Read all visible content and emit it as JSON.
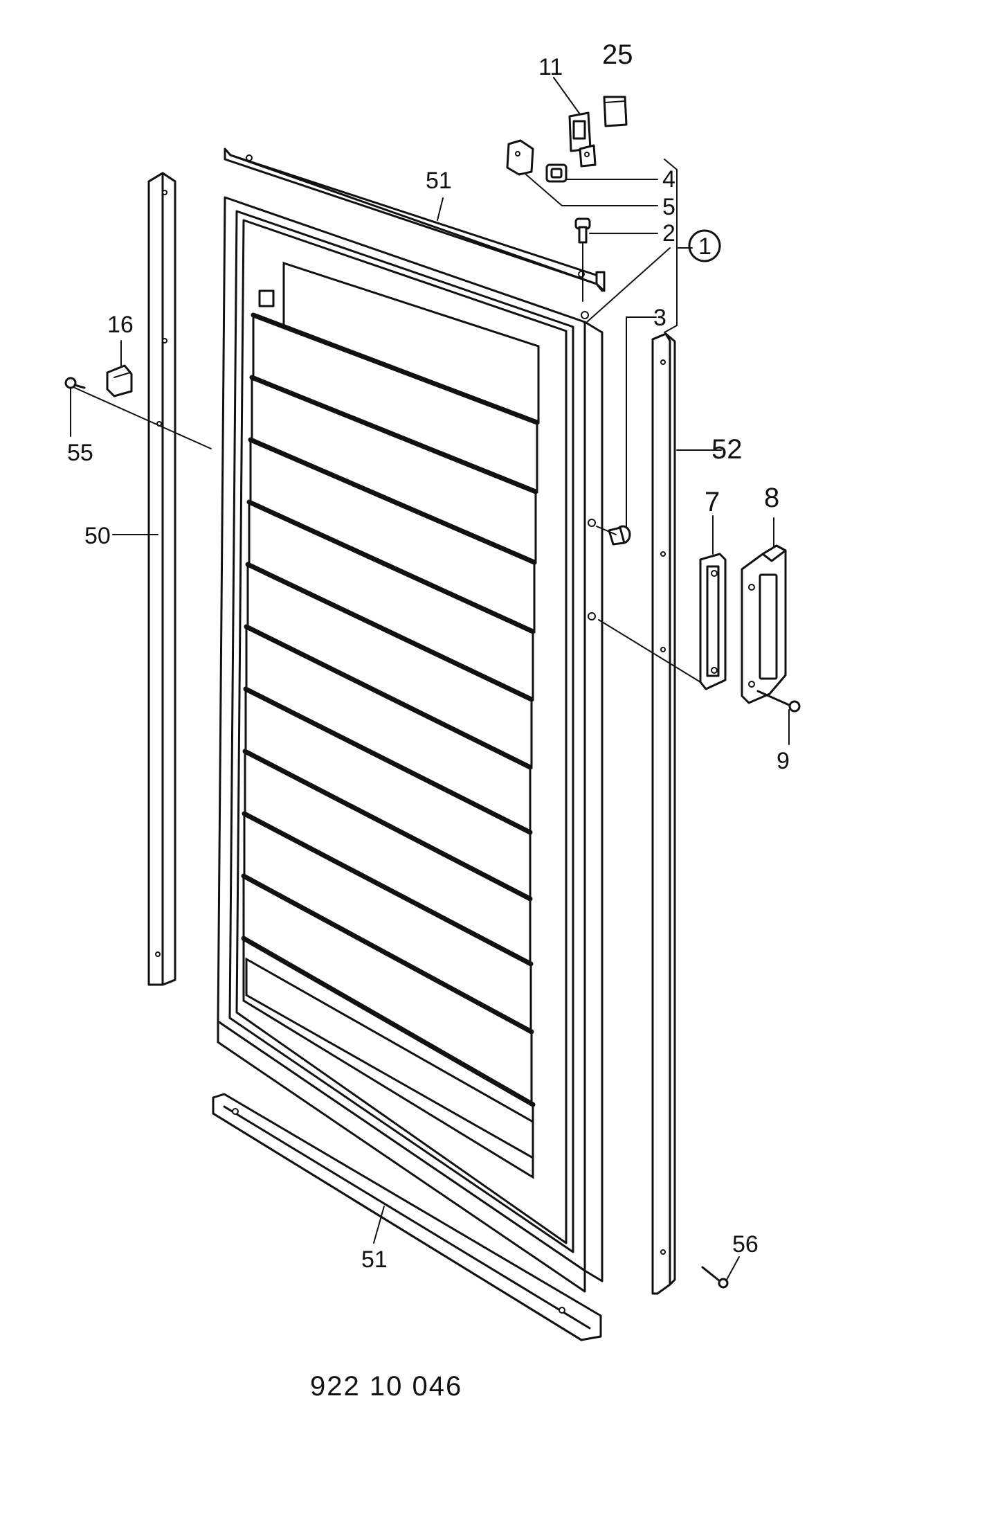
{
  "callouts": {
    "c25": "25",
    "c11": "11",
    "c51_top": "51",
    "c4": "4",
    "c5": "5",
    "c2": "2",
    "c1": "1",
    "c3": "3",
    "c16": "16",
    "c55": "55",
    "c52": "52",
    "c50": "50",
    "c7": "7",
    "c8": "8",
    "c9": "9",
    "c56": "56",
    "c51_bottom": "51"
  },
  "drawing_number": "922 10 046"
}
